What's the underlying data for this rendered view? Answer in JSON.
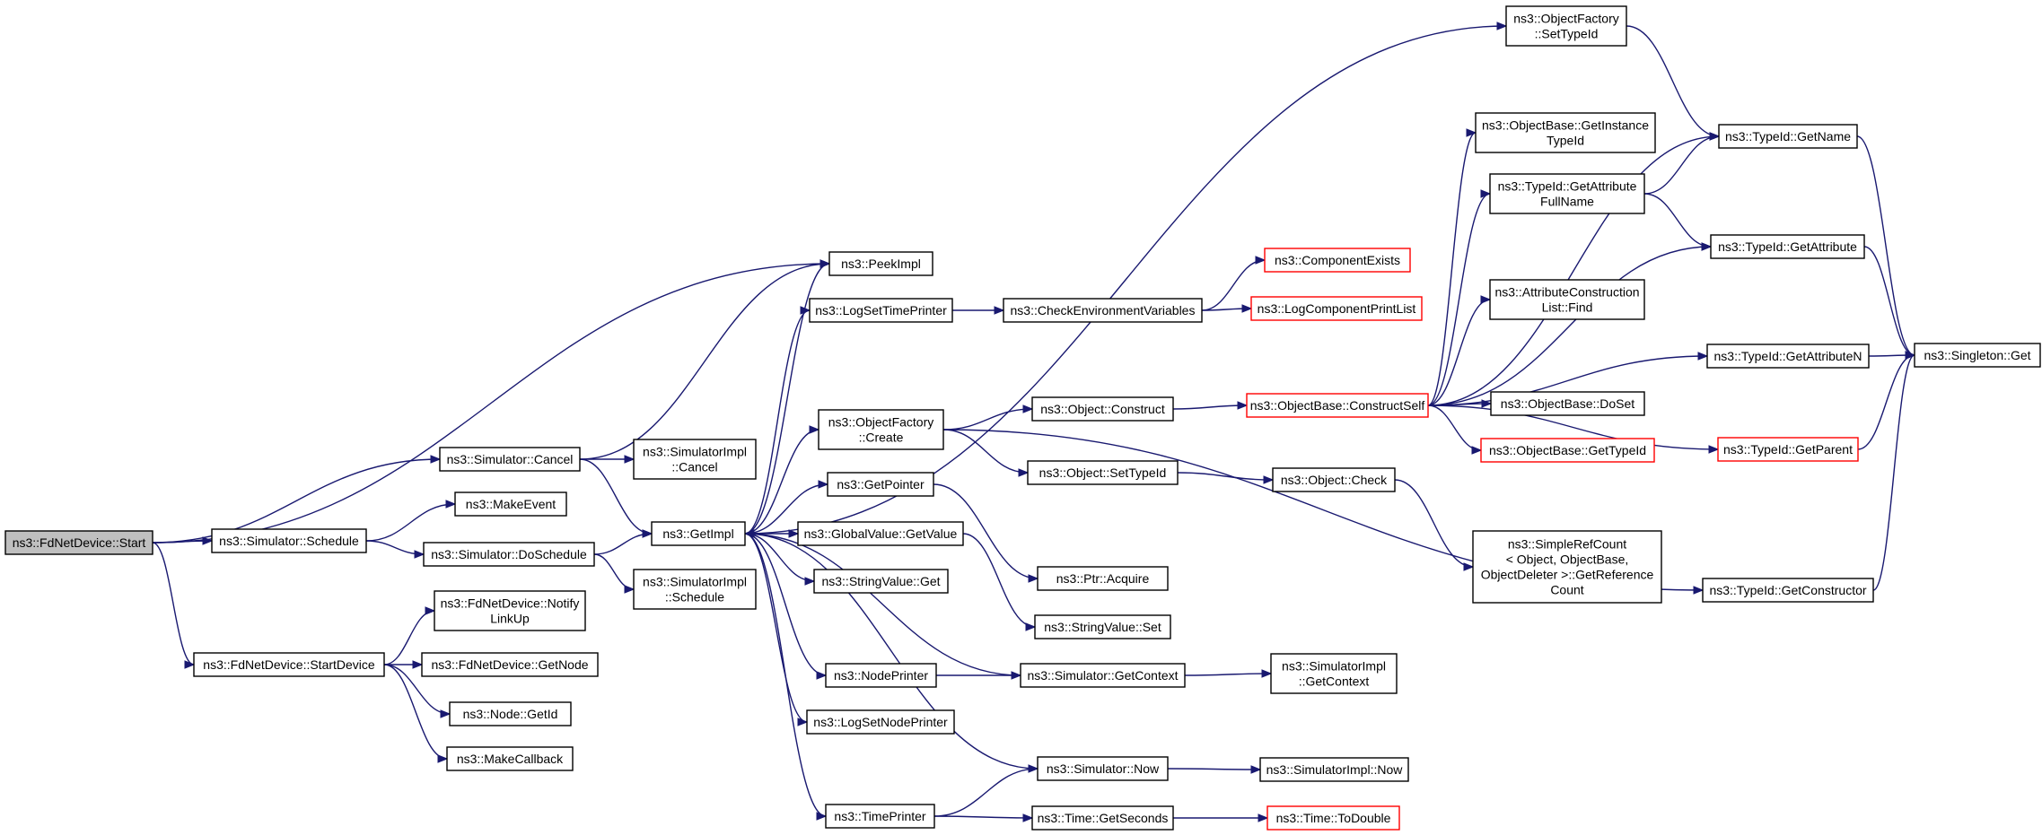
{
  "colors": {
    "edge": "#191970",
    "node_border": "#000000",
    "node_border_incomplete": "#ff0000",
    "node_fill": "#ffffff",
    "root_fill": "#bfbfbf"
  },
  "nodes": [
    {
      "id": "start",
      "lines": [
        "ns3::FdNetDevice::Start"
      ],
      "root": true
    },
    {
      "id": "sim_cancel",
      "lines": [
        "ns3::Simulator::Cancel"
      ]
    },
    {
      "id": "sim_schedule",
      "lines": [
        "ns3::Simulator::Schedule"
      ]
    },
    {
      "id": "fd_startdevice",
      "lines": [
        "ns3::FdNetDevice::StartDevice"
      ]
    },
    {
      "id": "simimpl_cancel",
      "lines": [
        "ns3::SimulatorImpl",
        "::Cancel"
      ]
    },
    {
      "id": "makeevent",
      "lines": [
        "ns3::MakeEvent"
      ]
    },
    {
      "id": "sim_doschedule",
      "lines": [
        "ns3::Simulator::DoSchedule"
      ]
    },
    {
      "id": "simimpl_schedule",
      "lines": [
        "ns3::SimulatorImpl",
        "::Schedule"
      ]
    },
    {
      "id": "fd_notifylinkup",
      "lines": [
        "ns3::FdNetDevice::Notify",
        "LinkUp"
      ]
    },
    {
      "id": "fd_getnode",
      "lines": [
        "ns3::FdNetDevice::GetNode"
      ]
    },
    {
      "id": "node_getid",
      "lines": [
        "ns3::Node::GetId"
      ]
    },
    {
      "id": "makecallback",
      "lines": [
        "ns3::MakeCallback"
      ]
    },
    {
      "id": "getimpl",
      "lines": [
        "ns3::GetImpl"
      ]
    },
    {
      "id": "peekimpl",
      "lines": [
        "ns3::PeekImpl"
      ]
    },
    {
      "id": "logsettimeprinter",
      "lines": [
        "ns3::LogSetTimePrinter"
      ]
    },
    {
      "id": "objfactory_create",
      "lines": [
        "ns3::ObjectFactory",
        "::Create"
      ]
    },
    {
      "id": "getpointer",
      "lines": [
        "ns3::GetPointer"
      ]
    },
    {
      "id": "globalvalue_getvalue",
      "lines": [
        "ns3::GlobalValue::GetValue"
      ]
    },
    {
      "id": "stringvalue_get",
      "lines": [
        "ns3::StringValue::Get"
      ]
    },
    {
      "id": "nodeprinter",
      "lines": [
        "ns3::NodePrinter"
      ]
    },
    {
      "id": "logsetnodeprinter",
      "lines": [
        "ns3::LogSetNodePrinter"
      ]
    },
    {
      "id": "timeprinter",
      "lines": [
        "ns3::TimePrinter"
      ]
    },
    {
      "id": "checkenvvars",
      "lines": [
        "ns3::CheckEnvironmentVariables"
      ]
    },
    {
      "id": "obj_construct",
      "lines": [
        "ns3::Object::Construct"
      ]
    },
    {
      "id": "obj_settypeid",
      "lines": [
        "ns3::Object::SetTypeId"
      ]
    },
    {
      "id": "ptr_acquire",
      "lines": [
        "ns3::Ptr::Acquire"
      ]
    },
    {
      "id": "stringvalue_set",
      "lines": [
        "ns3::StringValue::Set"
      ]
    },
    {
      "id": "sim_getcontext",
      "lines": [
        "ns3::Simulator::GetContext"
      ]
    },
    {
      "id": "sim_now",
      "lines": [
        "ns3::Simulator::Now"
      ]
    },
    {
      "id": "time_getseconds",
      "lines": [
        "ns3::Time::GetSeconds"
      ]
    },
    {
      "id": "componentexists",
      "lines": [
        "ns3::ComponentExists"
      ],
      "incomplete": true
    },
    {
      "id": "logcomponentprintlist",
      "lines": [
        "ns3::LogComponentPrintList"
      ],
      "incomplete": true
    },
    {
      "id": "objbase_constructself",
      "lines": [
        "ns3::ObjectBase::ConstructSelf"
      ],
      "incomplete": true
    },
    {
      "id": "obj_check",
      "lines": [
        "ns3::Object::Check"
      ]
    },
    {
      "id": "simimpl_getcontext",
      "lines": [
        "ns3::SimulatorImpl",
        "::GetContext"
      ]
    },
    {
      "id": "simimpl_now",
      "lines": [
        "ns3::SimulatorImpl::Now"
      ]
    },
    {
      "id": "time_todouble",
      "lines": [
        "ns3::Time::ToDouble"
      ],
      "incomplete": true
    },
    {
      "id": "objfactory_settypeid",
      "lines": [
        "ns3::ObjectFactory",
        "::SetTypeId"
      ]
    },
    {
      "id": "objbase_getinstancetypeid",
      "lines": [
        "ns3::ObjectBase::GetInstance",
        "TypeId"
      ]
    },
    {
      "id": "typeid_getattributefullname",
      "lines": [
        "ns3::TypeId::GetAttribute",
        "FullName"
      ]
    },
    {
      "id": "attrconstructionlist_find",
      "lines": [
        "ns3::AttributeConstruction",
        "List::Find"
      ]
    },
    {
      "id": "objbase_doset",
      "lines": [
        "ns3::ObjectBase::DoSet"
      ]
    },
    {
      "id": "objbase_gettypeid",
      "lines": [
        "ns3::ObjectBase::GetTypeId"
      ],
      "incomplete": true
    },
    {
      "id": "simplerefcount",
      "lines": [
        "ns3::SimpleRefCount",
        "< Object, ObjectBase,",
        " ObjectDeleter >::GetReference",
        "Count"
      ]
    },
    {
      "id": "typeid_getname",
      "lines": [
        "ns3::TypeId::GetName"
      ]
    },
    {
      "id": "typeid_getattribute",
      "lines": [
        "ns3::TypeId::GetAttribute"
      ]
    },
    {
      "id": "typeid_getattributen",
      "lines": [
        "ns3::TypeId::GetAttributeN"
      ]
    },
    {
      "id": "typeid_getparent",
      "lines": [
        "ns3::TypeId::GetParent"
      ],
      "incomplete": true
    },
    {
      "id": "typeid_getconstructor",
      "lines": [
        "ns3::TypeId::GetConstructor"
      ]
    },
    {
      "id": "singleton_get",
      "lines": [
        "ns3::Singleton::Get"
      ]
    }
  ],
  "edges": [
    [
      "start",
      "sim_cancel"
    ],
    [
      "start",
      "sim_schedule"
    ],
    [
      "start",
      "fd_startdevice"
    ],
    [
      "start",
      "peekimpl"
    ],
    [
      "sim_cancel",
      "simimpl_cancel"
    ],
    [
      "sim_cancel",
      "getimpl"
    ],
    [
      "sim_cancel",
      "peekimpl"
    ],
    [
      "sim_schedule",
      "makeevent"
    ],
    [
      "sim_schedule",
      "sim_doschedule"
    ],
    [
      "sim_doschedule",
      "getimpl"
    ],
    [
      "sim_doschedule",
      "simimpl_schedule"
    ],
    [
      "fd_startdevice",
      "fd_notifylinkup"
    ],
    [
      "fd_startdevice",
      "fd_getnode"
    ],
    [
      "fd_startdevice",
      "node_getid"
    ],
    [
      "fd_startdevice",
      "makecallback"
    ],
    [
      "getimpl",
      "peekimpl"
    ],
    [
      "getimpl",
      "logsettimeprinter"
    ],
    [
      "getimpl",
      "objfactory_create"
    ],
    [
      "getimpl",
      "getpointer"
    ],
    [
      "getimpl",
      "globalvalue_getvalue"
    ],
    [
      "getimpl",
      "stringvalue_get"
    ],
    [
      "getimpl",
      "nodeprinter"
    ],
    [
      "getimpl",
      "logsetnodeprinter"
    ],
    [
      "getimpl",
      "timeprinter"
    ],
    [
      "getimpl",
      "objfactory_settypeid"
    ],
    [
      "logsettimeprinter",
      "checkenvvars"
    ],
    [
      "checkenvvars",
      "componentexists"
    ],
    [
      "checkenvvars",
      "logcomponentprintlist"
    ],
    [
      "objfactory_create",
      "obj_construct"
    ],
    [
      "objfactory_create",
      "obj_settypeid"
    ],
    [
      "objfactory_create",
      "typeid_getconstructor"
    ],
    [
      "getpointer",
      "ptr_acquire"
    ],
    [
      "globalvalue_getvalue",
      "stringvalue_set"
    ],
    [
      "obj_construct",
      "objbase_constructself"
    ],
    [
      "obj_settypeid",
      "obj_check"
    ],
    [
      "obj_check",
      "simplerefcount"
    ],
    [
      "objbase_constructself",
      "objbase_getinstancetypeid"
    ],
    [
      "objbase_constructself",
      "typeid_getattributefullname"
    ],
    [
      "objbase_constructself",
      "attrconstructionlist_find"
    ],
    [
      "objbase_constructself",
      "objbase_doset"
    ],
    [
      "objbase_constructself",
      "objbase_gettypeid"
    ],
    [
      "objbase_constructself",
      "typeid_getname"
    ],
    [
      "objbase_constructself",
      "typeid_getattribute"
    ],
    [
      "objbase_constructself",
      "typeid_getattributen"
    ],
    [
      "objbase_constructself",
      "typeid_getparent"
    ],
    [
      "typeid_getattributefullname",
      "typeid_getname"
    ],
    [
      "typeid_getattributefullname",
      "typeid_getattribute"
    ],
    [
      "objfactory_settypeid",
      "typeid_getname"
    ],
    [
      "typeid_getname",
      "singleton_get"
    ],
    [
      "typeid_getattribute",
      "singleton_get"
    ],
    [
      "typeid_getattributen",
      "singleton_get"
    ],
    [
      "typeid_getparent",
      "singleton_get"
    ],
    [
      "typeid_getconstructor",
      "singleton_get"
    ],
    [
      "nodeprinter",
      "sim_getcontext"
    ],
    [
      "sim_getcontext",
      "getimpl"
    ],
    [
      "sim_getcontext",
      "simimpl_getcontext"
    ],
    [
      "timeprinter",
      "sim_now"
    ],
    [
      "timeprinter",
      "time_getseconds"
    ],
    [
      "sim_now",
      "getimpl"
    ],
    [
      "sim_now",
      "simimpl_now"
    ],
    [
      "time_getseconds",
      "time_todouble"
    ]
  ]
}
